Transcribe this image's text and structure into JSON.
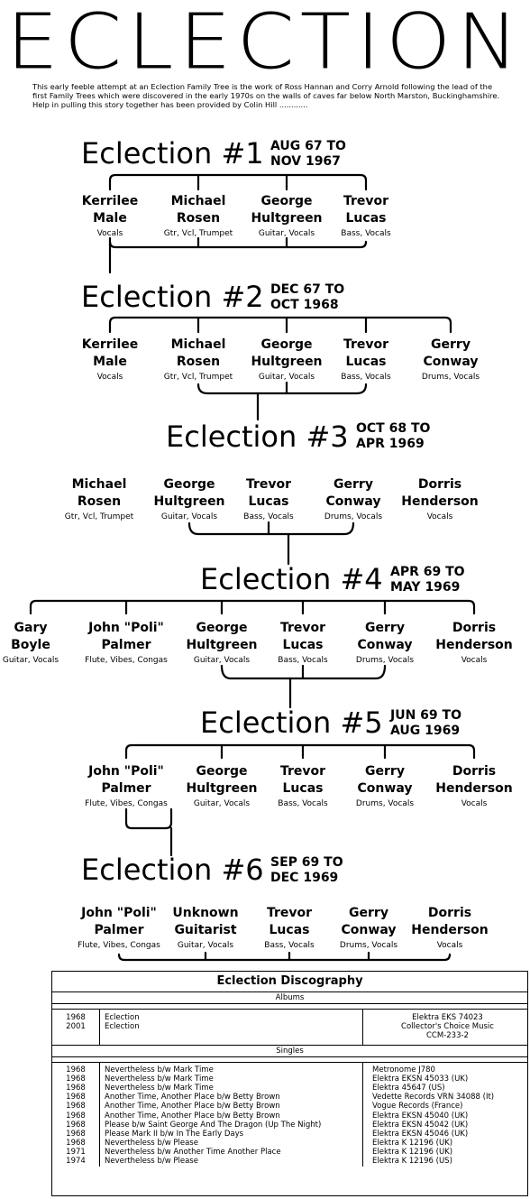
{
  "page": {
    "title": "ECLECTION",
    "intro": "This early feeble attempt at an Eclection Family Tree is the work of Ross Hannan and Corry Arnold following the lead of the first Family Trees which were discovered in the early 1970s on the walls of caves far below North Marston, Buckinghamshire. Help in pulling this story together has been provided by Colin Hill ............"
  },
  "lineups": [
    {
      "title": "Eclection #1",
      "dates": [
        "AUG 67 TO",
        "NOV 1967"
      ],
      "members": [
        {
          "name": [
            "Kerrilee",
            "Male"
          ],
          "role": "Vocals"
        },
        {
          "name": [
            "Michael",
            "Rosen"
          ],
          "role": "Gtr, Vcl, Trumpet"
        },
        {
          "name": [
            "George",
            "Hultgreen"
          ],
          "role": "Guitar, Vocals"
        },
        {
          "name": [
            "Trevor",
            "Lucas"
          ],
          "role": "Bass, Vocals"
        }
      ]
    },
    {
      "title": "Eclection #2",
      "dates": [
        "DEC 67 TO",
        "OCT 1968"
      ],
      "members": [
        {
          "name": [
            "Kerrilee",
            "Male"
          ],
          "role": "Vocals"
        },
        {
          "name": [
            "Michael",
            "Rosen"
          ],
          "role": "Gtr, Vcl, Trumpet"
        },
        {
          "name": [
            "George",
            "Hultgreen"
          ],
          "role": "Guitar, Vocals"
        },
        {
          "name": [
            "Trevor",
            "Lucas"
          ],
          "role": "Bass, Vocals"
        },
        {
          "name": [
            "Gerry",
            "Conway"
          ],
          "role": "Drums, Vocals"
        }
      ]
    },
    {
      "title": "Eclection #3",
      "dates": [
        "OCT 68 TO",
        "APR 1969"
      ],
      "members": [
        {
          "name": [
            "Michael",
            "Rosen"
          ],
          "role": "Gtr, Vcl, Trumpet"
        },
        {
          "name": [
            "George",
            "Hultgreen"
          ],
          "role": "Guitar, Vocals"
        },
        {
          "name": [
            "Trevor",
            "Lucas"
          ],
          "role": "Bass, Vocals"
        },
        {
          "name": [
            "Gerry",
            "Conway"
          ],
          "role": "Drums, Vocals"
        },
        {
          "name": [
            "Dorris",
            "Henderson"
          ],
          "role": "Vocals"
        }
      ]
    },
    {
      "title": "Eclection #4",
      "dates": [
        "APR 69 TO",
        "MAY 1969"
      ],
      "members": [
        {
          "name": [
            "Gary",
            "Boyle"
          ],
          "role": "Guitar, Vocals"
        },
        {
          "name": [
            "John \"Poli\"",
            "Palmer"
          ],
          "role": "Flute, Vibes, Congas"
        },
        {
          "name": [
            "George",
            "Hultgreen"
          ],
          "role": "Guitar, Vocals"
        },
        {
          "name": [
            "Trevor",
            "Lucas"
          ],
          "role": "Bass, Vocals"
        },
        {
          "name": [
            "Gerry",
            "Conway"
          ],
          "role": "Drums, Vocals"
        },
        {
          "name": [
            "Dorris",
            "Henderson"
          ],
          "role": "Vocals"
        }
      ]
    },
    {
      "title": "Eclection #5",
      "dates": [
        "JUN 69 TO",
        "AUG 1969"
      ],
      "members": [
        {
          "name": [
            "John \"Poli\"",
            "Palmer"
          ],
          "role": "Flute, Vibes, Congas"
        },
        {
          "name": [
            "George",
            "Hultgreen"
          ],
          "role": "Guitar, Vocals"
        },
        {
          "name": [
            "Trevor",
            "Lucas"
          ],
          "role": "Bass, Vocals"
        },
        {
          "name": [
            "Gerry",
            "Conway"
          ],
          "role": "Drums, Vocals"
        },
        {
          "name": [
            "Dorris",
            "Henderson"
          ],
          "role": "Vocals"
        }
      ]
    },
    {
      "title": "Eclection #6",
      "dates": [
        "SEP 69 TO",
        "DEC 1969"
      ],
      "members": [
        {
          "name": [
            "John \"Poli\"",
            "Palmer"
          ],
          "role": "Flute, Vibes, Congas"
        },
        {
          "name": [
            "Unknown",
            "Guitarist"
          ],
          "role": "Guitar, Vocals"
        },
        {
          "name": [
            "Trevor",
            "Lucas"
          ],
          "role": "Bass, Vocals"
        },
        {
          "name": [
            "Gerry",
            "Conway"
          ],
          "role": "Drums, Vocals"
        },
        {
          "name": [
            "Dorris",
            "Henderson"
          ],
          "role": "Vocals"
        }
      ]
    }
  ],
  "discography": {
    "title": "Eclection Discography",
    "albums_heading": "Albums",
    "albums": [
      {
        "year": "1968",
        "title": "Eclection",
        "label": [
          "Elektra EKS 74023"
        ]
      },
      {
        "year": "2001",
        "title": "Eclection",
        "label": [
          "Collector's Choice Music",
          "CCM-233-2"
        ]
      }
    ],
    "singles_heading": "Singles",
    "singles": [
      {
        "year": "1968",
        "title": "Nevertheless b/w Mark Time",
        "label": "Metronome J780"
      },
      {
        "year": "1968",
        "title": "Nevertheless b/w Mark Time",
        "label": "Elektra EKSN 45033 (UK)"
      },
      {
        "year": "1968",
        "title": "Nevertheless b/w Mark Time",
        "label": "Elektra 45647 (US)"
      },
      {
        "year": "1968",
        "title": "Another Time, Another Place b/w Betty Brown",
        "label": "Vedette Records VRN 34088 (It)"
      },
      {
        "year": "1968",
        "title": "Another Time, Another Place b/w Betty Brown",
        "label": "Vogue Records (France)"
      },
      {
        "year": "1968",
        "title": "Another Time, Another Place b/w Betty Brown",
        "label": "Elektra EKSN 45040 (UK)"
      },
      {
        "year": "1968",
        "title": "Please b/w Saint George And The Dragon (Up The Night)",
        "label": "Elektra EKSN 45042 (UK)"
      },
      {
        "year": "1968",
        "title": "Please Mark II b/w In The Early Days",
        "label": "Elektra EKSN 45046 (UK)"
      },
      {
        "year": "1968",
        "title": "Nevertheless b/w Please",
        "label": "Elektra K 12196 (UK)"
      },
      {
        "year": "1971",
        "title": "Nevertheless b/w Another Time Another Place",
        "label": "Elektra K 12196 (UK)"
      },
      {
        "year": "1974",
        "title": "Nevertheless b/w Please",
        "label": "Elektra K 12196 (US)"
      }
    ]
  }
}
